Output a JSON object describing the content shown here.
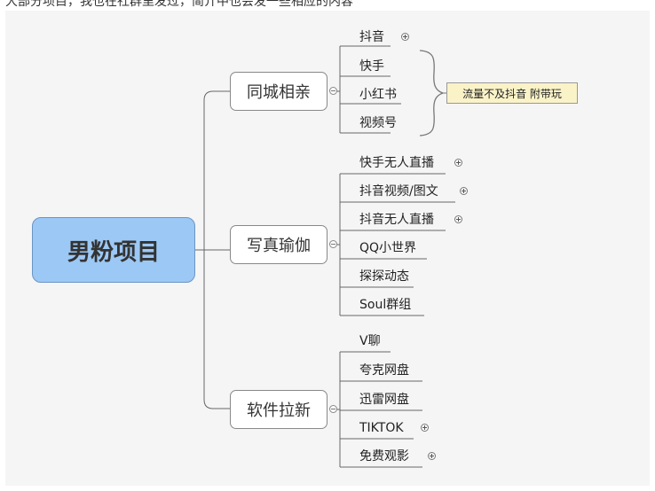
{
  "header_text": "大部分项目，我也在社群里发过，简介中也会发一些相应的内容",
  "root": {
    "label": "男粉项目"
  },
  "branches": [
    {
      "label": "同城相亲",
      "children": [
        "抖音",
        "快手",
        "小红书",
        "视频号"
      ]
    },
    {
      "label": "写真瑜伽",
      "children": [
        "快手无人直播",
        "抖音视频/图文",
        "抖音无人直播",
        "QQ小世界",
        "探探动态",
        "Soul群组"
      ]
    },
    {
      "label": "软件拉新",
      "children": [
        "V聊",
        "夸克网盘",
        "迅雷网盘",
        "TIKTOK",
        "免费观影"
      ]
    }
  ],
  "note": {
    "label": "流量不及抖音 附带玩"
  },
  "colors": {
    "root_fill": "#9cc8f5",
    "note_fill": "#faf3c8",
    "background": "#f5f5f5"
  }
}
